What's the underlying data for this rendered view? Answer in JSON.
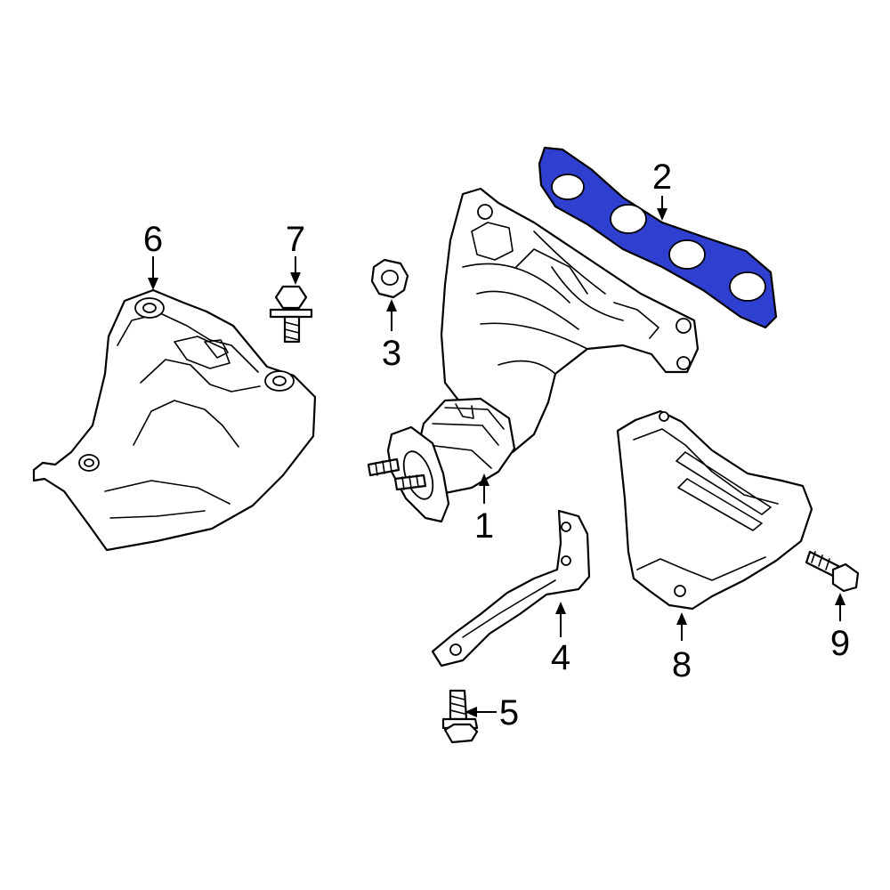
{
  "colors": {
    "line": "#000000",
    "background": "#ffffff",
    "highlight": "#2f3fd0"
  },
  "callouts": {
    "c1": "1",
    "c2": "2",
    "c3": "3",
    "c4": "4",
    "c5": "5",
    "c6": "6",
    "c7": "7",
    "c8": "8",
    "c9": "9"
  }
}
